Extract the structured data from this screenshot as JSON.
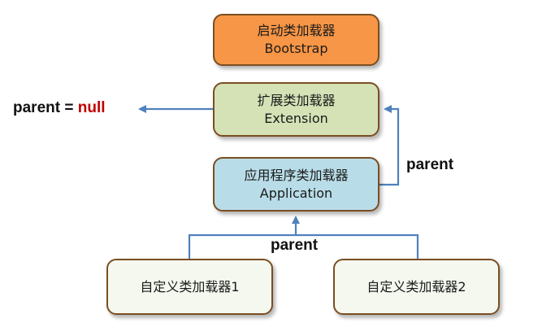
{
  "nodes": {
    "bootstrap": {
      "title": "启动类加载器",
      "subtitle": "Bootstrap"
    },
    "extension": {
      "title": "扩展类加载器",
      "subtitle": "Extension"
    },
    "application": {
      "title": "应用程序类加载器",
      "subtitle": "Application"
    },
    "custom1": {
      "title": "自定义类加载器1"
    },
    "custom2": {
      "title": "自定义类加载器2"
    }
  },
  "labels": {
    "parent_null_word": "parent",
    "parent_null_eq": "=",
    "parent_null_value": "null",
    "parent_right": "parent",
    "parent_bottom": "parent"
  },
  "colors": {
    "connector": "#4f81bd",
    "bootstrap_fill": "#f79646",
    "extension_fill": "#d4e2b6",
    "application_fill": "#b9dde8",
    "custom_fill": "#f4f8ee",
    "border": "#7a4e22",
    "null_text": "#c00000"
  }
}
